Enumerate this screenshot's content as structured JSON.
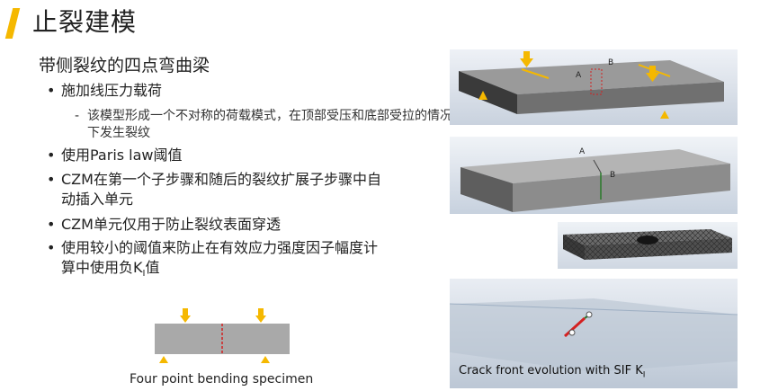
{
  "slide": {
    "title": "止裂建模",
    "subtitle": "带侧裂纹的四点弯曲梁",
    "bullets": [
      "施加线压力载荷",
      "使用Paris law阈值",
      "CZM在第一个子步骤和随后的裂纹扩展子步骤中自动插入单元",
      "CZM单元仅用于防止裂纹表面穿透",
      "使用较小的阈值来防止在有效应力强度因子幅度计算中使用负Kᵢ值"
    ],
    "sub_bullet": "该模型形成一个不对称的荷载模式，在顶部受压和底部受拉的情况下发生裂纹",
    "bullet5_part1": "使用较小的阈值来防止在有效应力强度因子幅度计",
    "bullet5_part2": "算中使用负K",
    "bullet5_sub": "I",
    "bullet5_part3": "值",
    "bullet3_line1": "CZM在第一个子步骤和随后的裂纹扩展子步骤中自",
    "bullet3_line2": "动插入单元"
  },
  "figures": {
    "specimen_caption": "Four point bending specimen",
    "panel4_caption_main": "Crack front evolution with SIF K",
    "panel4_caption_sub": "I",
    "label_a": "A",
    "label_b": "B"
  },
  "colors": {
    "accent": "#f5b800",
    "arrow": "#f5b800",
    "crack": "#d42020",
    "beam_gray": "#a9a9a9"
  }
}
